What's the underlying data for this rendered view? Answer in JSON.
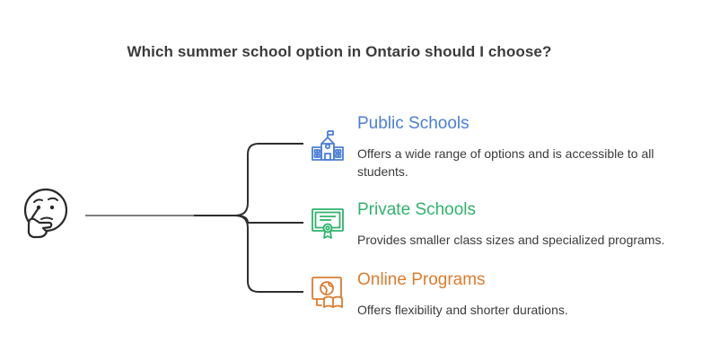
{
  "title": "Which summer school option in Ontario should I choose?",
  "root_icon": "thinking-face-icon",
  "options": [
    {
      "title": "Public Schools",
      "description": "Offers a wide range of options and is accessible to all students.",
      "icon": "school-building-icon",
      "color": "#4a7fd6"
    },
    {
      "title": "Private Schools",
      "description": "Provides smaller class sizes and specialized programs.",
      "icon": "certificate-icon",
      "color": "#2fb36c"
    },
    {
      "title": "Online Programs",
      "description": "Offers flexibility and shorter durations.",
      "icon": "online-learning-icon",
      "color": "#de7b2e"
    }
  ]
}
